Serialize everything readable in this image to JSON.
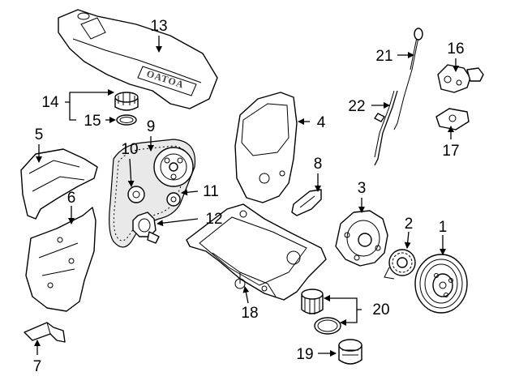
{
  "cover_lettering": "OATOA",
  "callouts": [
    {
      "id": "c1",
      "label": "1"
    },
    {
      "id": "c2",
      "label": "2"
    },
    {
      "id": "c3",
      "label": "3"
    },
    {
      "id": "c4",
      "label": "4"
    },
    {
      "id": "c5",
      "label": "5"
    },
    {
      "id": "c6",
      "label": "6"
    },
    {
      "id": "c7",
      "label": "7"
    },
    {
      "id": "c8",
      "label": "8"
    },
    {
      "id": "c9",
      "label": "9"
    },
    {
      "id": "c10",
      "label": "10"
    },
    {
      "id": "c11",
      "label": "11"
    },
    {
      "id": "c12",
      "label": "12"
    },
    {
      "id": "c13",
      "label": "13"
    },
    {
      "id": "c14",
      "label": "14"
    },
    {
      "id": "c15",
      "label": "15"
    },
    {
      "id": "c16",
      "label": "16"
    },
    {
      "id": "c17",
      "label": "17"
    },
    {
      "id": "c18",
      "label": "18"
    },
    {
      "id": "c19",
      "label": "19"
    },
    {
      "id": "c20",
      "label": "20"
    },
    {
      "id": "c21",
      "label": "21"
    },
    {
      "id": "c22",
      "label": "22"
    }
  ]
}
